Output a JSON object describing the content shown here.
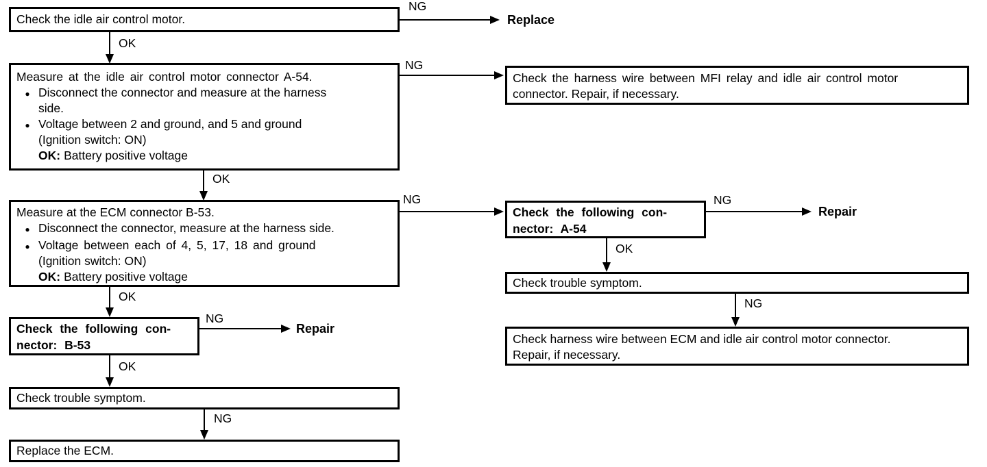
{
  "boxes": {
    "check_iac_motor": {
      "text": "Check the idle air control motor."
    },
    "measure_a54": {
      "title": "Measure at the idle air control motor connector A-54.",
      "bullet1_line1": "Disconnect the connector and measure at the harness",
      "bullet1_line2": "side.",
      "bullet2_line1": "Voltage between 2 and ground, and 5 and ground",
      "bullet2_line2": "(Ignition switch: ON)",
      "ok_label": "OK:",
      "ok_text": "Battery positive voltage"
    },
    "measure_b53": {
      "title": "Measure at the ECM connector B-53.",
      "bullet1_line1": "Disconnect the connector, measure at the harness side.",
      "bullet2_line1": "Voltage between each of 4, 5, 17, 18 and ground",
      "bullet2_line2": "(Ignition switch: ON)",
      "ok_label": "OK:",
      "ok_text": "Battery positive voltage"
    },
    "check_connector_b53": {
      "line1": "Check the following con-",
      "line2": "nector: B-53"
    },
    "check_trouble_left": {
      "text": "Check trouble symptom."
    },
    "replace_ecm": {
      "text": "Replace the ECM."
    },
    "check_harness_mfi": {
      "line1": "Check the harness wire between MFI relay and idle air control motor",
      "line2": "connector. Repair, if necessary."
    },
    "check_connector_a54": {
      "line1": "Check the following con-",
      "line2": "nector: A-54"
    },
    "check_trouble_right": {
      "text": "Check trouble symptom."
    },
    "check_harness_ecm": {
      "line1": "Check harness wire between ECM and idle air control motor connector.",
      "line2": "Repair, if necessary."
    }
  },
  "labels": {
    "ng": "NG",
    "ok": "OK"
  },
  "terminals": {
    "replace": "Replace",
    "repair": "Repair"
  }
}
